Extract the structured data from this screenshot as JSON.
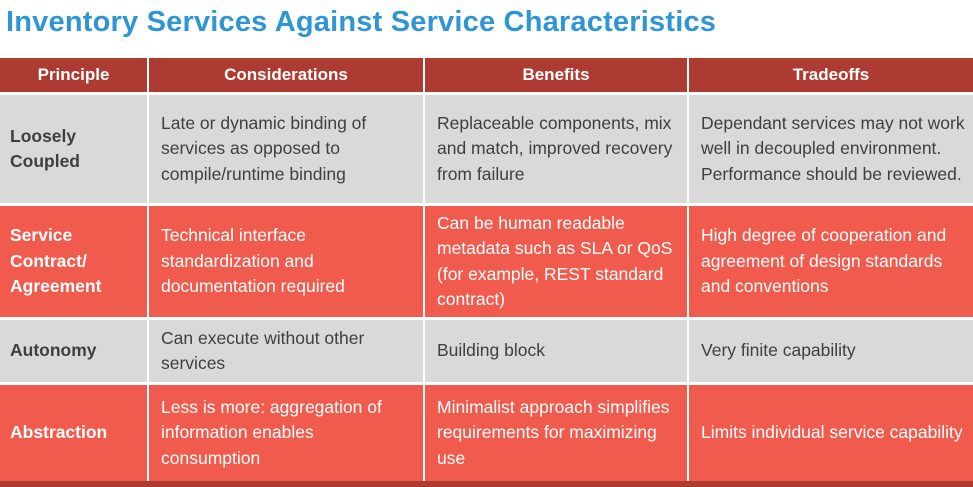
{
  "title": "Inventory Services Against Service Characteristics",
  "colors": {
    "title_blue": "#2E96D2",
    "header_red": "#AE3B32",
    "row_red": "#F05B4D",
    "row_gray": "#D9D9D9",
    "dark_text": "#3F3F3F",
    "white_text": "#FFFFFF"
  },
  "table": {
    "columns": [
      "Principle",
      "Considerations",
      "Benefits",
      "Tradeoffs"
    ],
    "rows": [
      {
        "principle": "Loosely Coupled",
        "considerations": "Late or dynamic binding of services as opposed to compile/runtime binding",
        "benefits": "Replaceable components, mix and match, improved recovery from failure",
        "tradeoffs": "Dependant services may not work well in decoupled environment. Performance should be reviewed."
      },
      {
        "principle": "Service Contract/ Agreement",
        "considerations": "Technical interface standardization and documentation required",
        "benefits": "Can be human readable metadata such as SLA or QoS (for example, REST standard contract)",
        "tradeoffs": "High degree of cooperation and agreement of design standards and conventions"
      },
      {
        "principle": "Autonomy",
        "considerations": "Can execute without other services",
        "benefits": "Building block",
        "tradeoffs": "Very finite capability"
      },
      {
        "principle": "Abstraction",
        "considerations": "Less is more: aggregation of information enables consumption",
        "benefits": "Minimalist approach simplifies requirements for maximizing use",
        "tradeoffs": "Limits individual service capability"
      }
    ]
  }
}
